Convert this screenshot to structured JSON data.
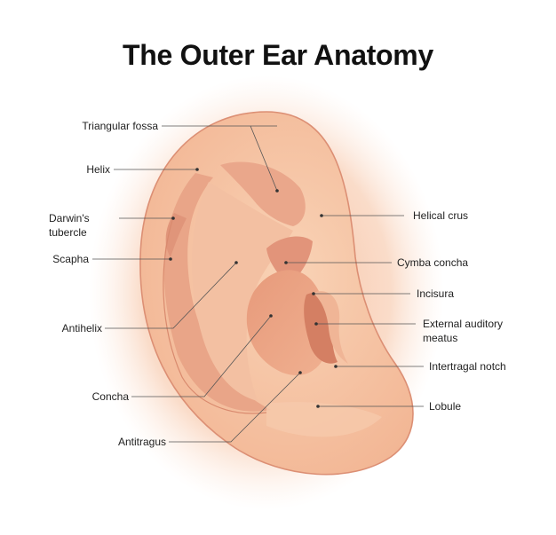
{
  "title": "The Outer Ear Anatomy",
  "colors": {
    "glow": "#f6c6a6",
    "skin": "#f7c5a2",
    "skin_dark": "#e79b7c",
    "skin_deep": "#d98467",
    "leader_line": "#555555",
    "text": "#222222"
  },
  "labels_left": [
    {
      "id": "triangular-fossa",
      "text": "Triangular fossa"
    },
    {
      "id": "helix",
      "text": "Helix"
    },
    {
      "id": "darwins-tubercle",
      "text": "Darwin's\ntubercle"
    },
    {
      "id": "scapha",
      "text": "Scapha"
    },
    {
      "id": "antihelix",
      "text": "Antihelix"
    },
    {
      "id": "concha",
      "text": "Concha"
    },
    {
      "id": "antitragus",
      "text": "Antitragus"
    }
  ],
  "labels_right": [
    {
      "id": "helical-crus",
      "text": "Helical crus"
    },
    {
      "id": "cymba-concha",
      "text": "Cymba concha"
    },
    {
      "id": "incisura",
      "text": "Incisura"
    },
    {
      "id": "external-auditory-meatus",
      "text": "External auditory\nmeatus"
    },
    {
      "id": "intertragal-notch",
      "text": "Intertragal notch"
    },
    {
      "id": "lobule",
      "text": "Lobule"
    }
  ]
}
